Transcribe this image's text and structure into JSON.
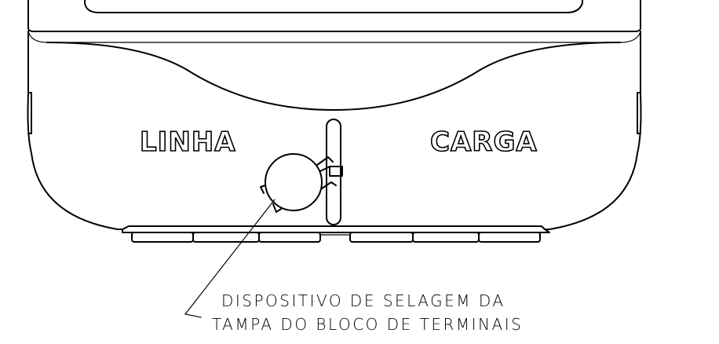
{
  "labels": {
    "left_section": "LINHA",
    "right_section": "CARGA"
  },
  "callout": {
    "line1": "DISPOSITIVO  DE  SELAGEM  DA",
    "line2": "TAMPA  DO  BLOCO  DE  TERMINAIS"
  }
}
